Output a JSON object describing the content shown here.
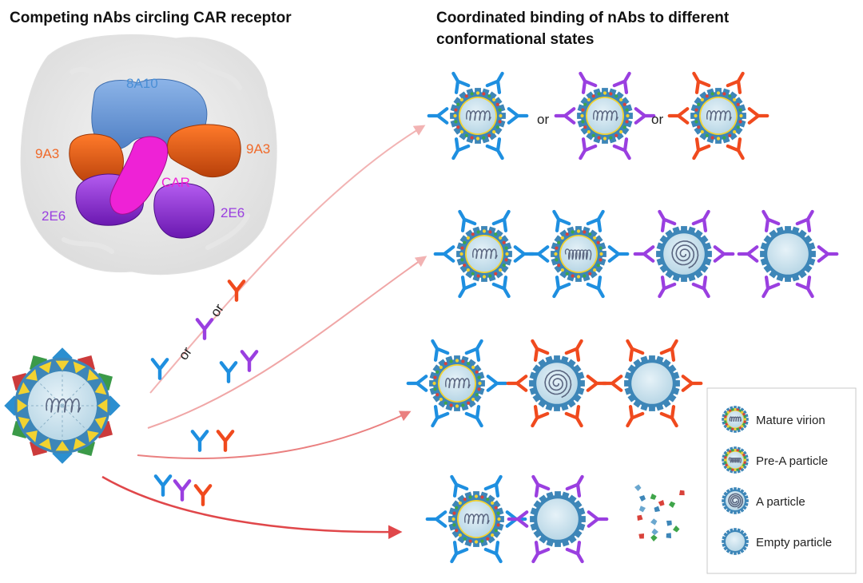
{
  "titles": {
    "left": "Competing nAbs circling CAR receptor",
    "right_line1": "Coordinated binding of nAbs to different",
    "right_line2": "conformational states"
  },
  "structure_labels": {
    "a8A10": "8A10",
    "a9A3_left": "9A3",
    "a9A3_right": "9A3",
    "car": "CAR",
    "a2E6_left": "2E6",
    "a2E6_right": "2E6"
  },
  "or_word": "or",
  "legend": {
    "mature": "Mature virion",
    "prea": "Pre-A particle",
    "a": "A particle",
    "empty": "Empty particle"
  },
  "colors": {
    "ab_8A10": "#1e8fe0",
    "ab_2E6": "#9a3fe0",
    "ab_9A3": "#f04a1e",
    "car": "#ee22d6",
    "arrow_light": "#f2b3b3",
    "arrow_dark": "#e0474a",
    "capsid": "#3d86b8",
    "interior": "#cfe4ef"
  },
  "rows": [
    {
      "particles": [
        {
          "type": "mature",
          "ab": "blue"
        },
        {
          "type": "mature",
          "ab": "purple"
        },
        {
          "type": "mature",
          "ab": "red"
        }
      ]
    },
    {
      "particles": [
        {
          "type": "mature",
          "ab": "blue"
        },
        {
          "type": "prea",
          "ab": "blue"
        },
        {
          "type": "a",
          "ab": "purple"
        },
        {
          "type": "empty",
          "ab": "purple"
        }
      ]
    },
    {
      "particles": [
        {
          "type": "mature",
          "ab": "blue"
        },
        {
          "type": "a",
          "ab": "red"
        },
        {
          "type": "empty",
          "ab": "red"
        }
      ]
    },
    {
      "particles": [
        {
          "type": "mature",
          "ab": "blue"
        },
        {
          "type": "empty",
          "ab": "purple"
        },
        {
          "type": "fragments",
          "ab": "none"
        }
      ]
    }
  ]
}
